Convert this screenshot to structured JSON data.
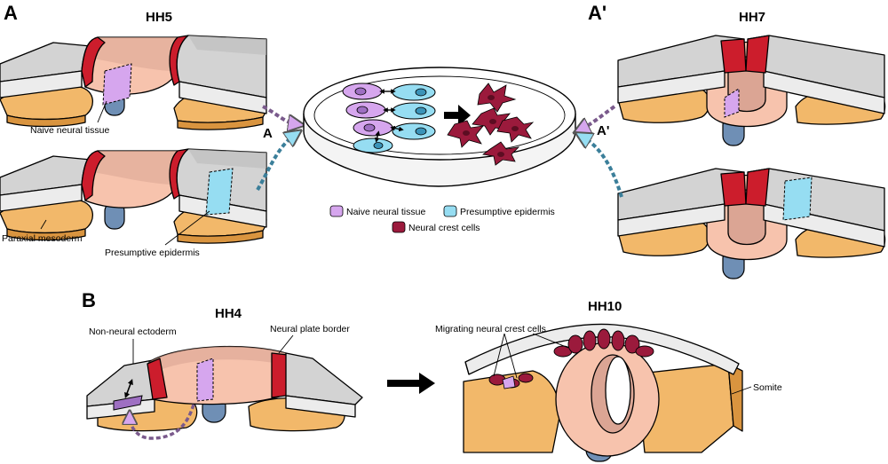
{
  "panels": {
    "a": "A",
    "a_prime": "A'",
    "b": "B"
  },
  "stages": {
    "hh5": "HH5",
    "hh7": "HH7",
    "hh4": "HH4",
    "hh10": "HH10"
  },
  "arrow_labels": {
    "a": "A",
    "a_prime": "A'"
  },
  "labels": {
    "naive_neural_tissue": "Naive neural tissue",
    "paraxial_mesoderm": "Paraxial mesoderm",
    "presumptive_epidermis": "Presumptive epidermis",
    "non_neural_ectoderm": "Non-neural ectoderm",
    "neural_plate_border": "Neural plate border",
    "migrating_neural_crest_cells": "Migrating neural crest cells",
    "somite": "Somite"
  },
  "legend": [
    {
      "label": "Naive neural tissue",
      "color": "#d6a6ee"
    },
    {
      "label": "Presumptive epidermis",
      "color": "#96ddf2"
    },
    {
      "label": "Neural crest cells",
      "color": "#9b1a3c"
    }
  ],
  "colors": {
    "epidermis_top": "#d3d3d3",
    "epidermis_side": "#ececec",
    "neural_plate": "#f7c3ad",
    "neural_plate_shade": "#dba594",
    "border_red": "#cc1d2c",
    "mesoderm": "#f2b86a",
    "mesoderm_dark": "#d9943f",
    "notochord": "#6f8fb5",
    "naive": "#d6a6ee",
    "epidermis_cell": "#96ddf2",
    "crest": "#9b1a3c"
  }
}
